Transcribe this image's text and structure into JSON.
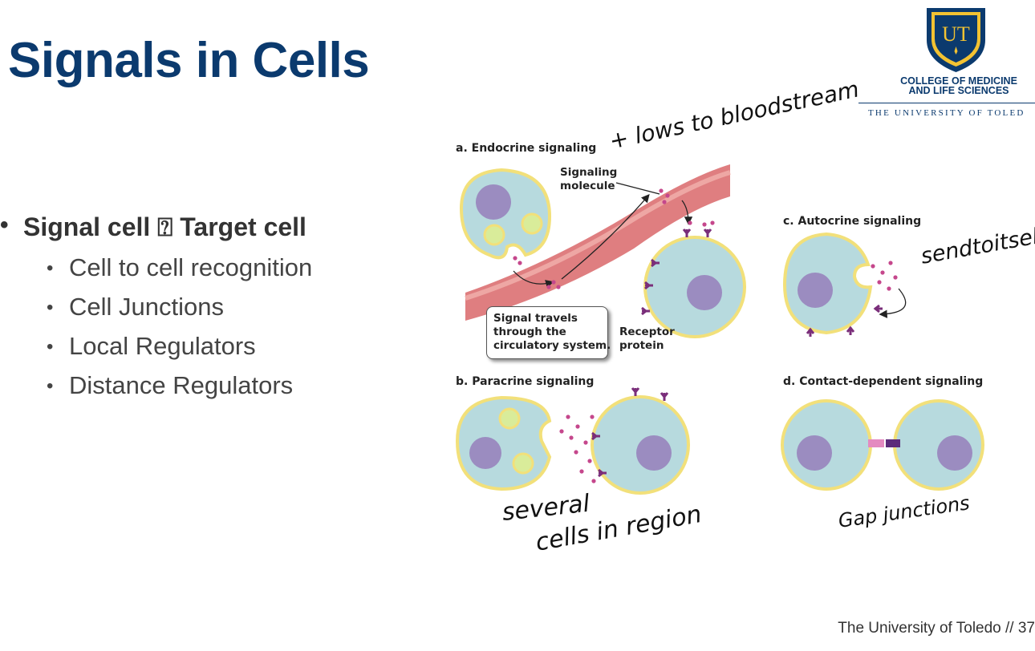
{
  "slide": {
    "title": "Signals in Cells",
    "bullets": {
      "main": "Signal cell ⍰ Target cell",
      "sub": [
        "Cell to cell recognition",
        "Cell Junctions",
        "Local Regulators",
        "Distance Regulators"
      ]
    },
    "footer": "The University of Toledo // 37"
  },
  "logo": {
    "shield_text": "UT",
    "college_line1": "COLLEGE OF MEDICINE",
    "college_line2": "AND LIFE SCIENCES",
    "university": "THE UNIVERSITY OF TOLED"
  },
  "figure": {
    "panel_a": {
      "letter": "a.",
      "title": "Endocrine signaling"
    },
    "panel_b": {
      "letter": "b.",
      "title": "Paracrine signaling"
    },
    "panel_c": {
      "letter": "c.",
      "title": "Autocrine signaling"
    },
    "panel_d": {
      "letter": "d.",
      "title": "Contact-dependent signaling"
    },
    "signaling_molecule": [
      "Signaling",
      "molecule"
    ],
    "callout": [
      "Signal travels",
      "through the",
      "circulatory system."
    ],
    "receptor": [
      "Receptor",
      "protein"
    ]
  },
  "annotations": {
    "endocrine_note": "+ lows to bloodstream",
    "autocrine_note": "sendtoitself",
    "paracrine_note_1": "several",
    "paracrine_note_2": "cells in region",
    "contact_note": "Gap junctions"
  },
  "colors": {
    "title": "#0b3a6e",
    "cell_fill": "#b7dade",
    "cell_border": "#f2e07a",
    "nucleus": "#9b8cc0",
    "vessel": "#d9676a",
    "receptor": "#7a2e7a",
    "molecule": "#c5478c"
  },
  "icons": {
    "bullet": "bullet-dot",
    "unknown_glyph": "missing-glyph-box"
  }
}
